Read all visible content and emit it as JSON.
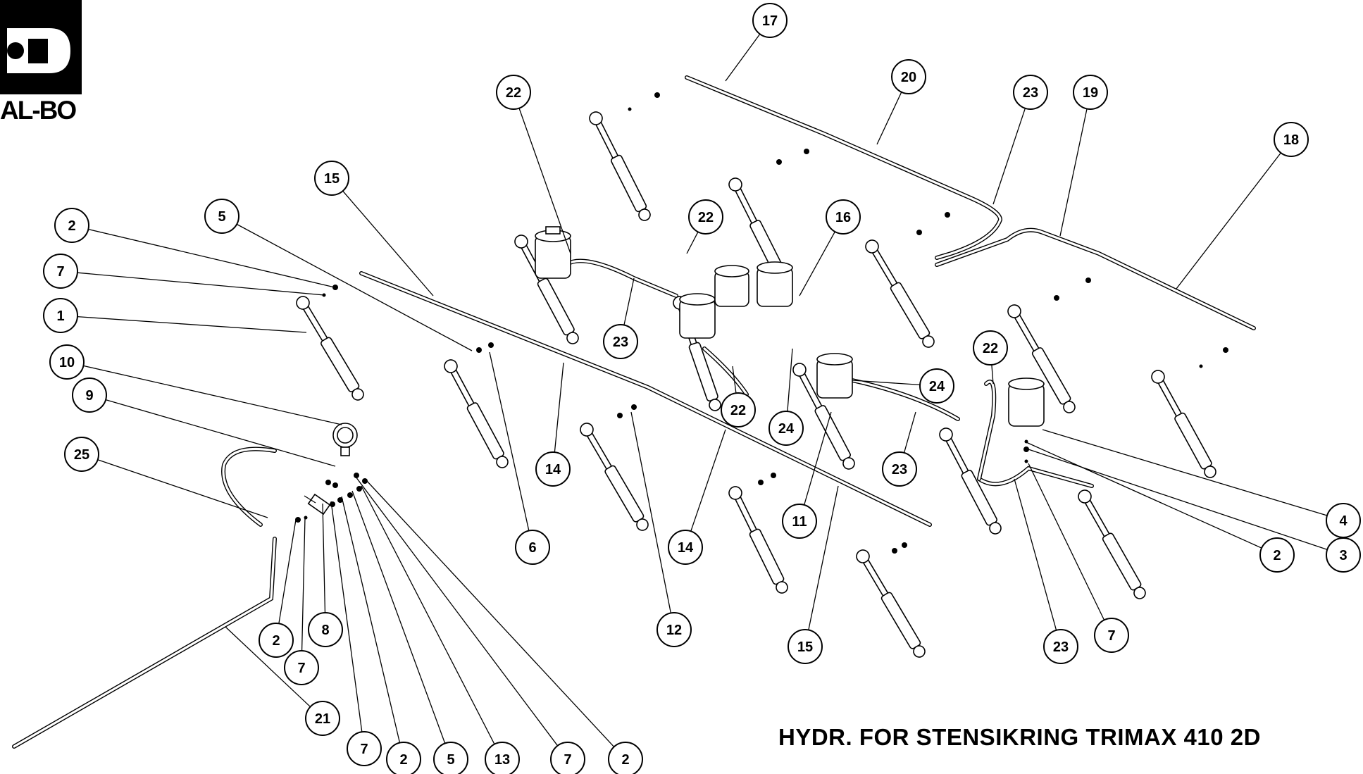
{
  "logo": {
    "text": "AL-BO",
    "icon": "al-bo-logo"
  },
  "title": "HYDR. FOR STENSIKRING TRIMAX 410 2D",
  "callouts": [
    {
      "label": "17"
    },
    {
      "label": "20"
    },
    {
      "label": "22"
    },
    {
      "label": "23"
    },
    {
      "label": "19"
    },
    {
      "label": "18"
    },
    {
      "label": "15"
    },
    {
      "label": "5"
    },
    {
      "label": "2"
    },
    {
      "label": "22"
    },
    {
      "label": "16"
    },
    {
      "label": "7"
    },
    {
      "label": "1"
    },
    {
      "label": "23"
    },
    {
      "label": "10"
    },
    {
      "label": "9"
    },
    {
      "label": "22"
    },
    {
      "label": "24"
    },
    {
      "label": "22"
    },
    {
      "label": "24"
    },
    {
      "label": "14"
    },
    {
      "label": "23"
    },
    {
      "label": "25"
    },
    {
      "label": "4"
    },
    {
      "label": "6"
    },
    {
      "label": "11"
    },
    {
      "label": "14"
    },
    {
      "label": "2"
    },
    {
      "label": "3"
    },
    {
      "label": "8"
    },
    {
      "label": "2"
    },
    {
      "label": "12"
    },
    {
      "label": "7"
    },
    {
      "label": "15"
    },
    {
      "label": "23"
    },
    {
      "label": "7"
    },
    {
      "label": "21"
    },
    {
      "label": "7"
    },
    {
      "label": "2"
    },
    {
      "label": "5"
    },
    {
      "label": "13"
    },
    {
      "label": "7"
    },
    {
      "label": "2"
    }
  ]
}
